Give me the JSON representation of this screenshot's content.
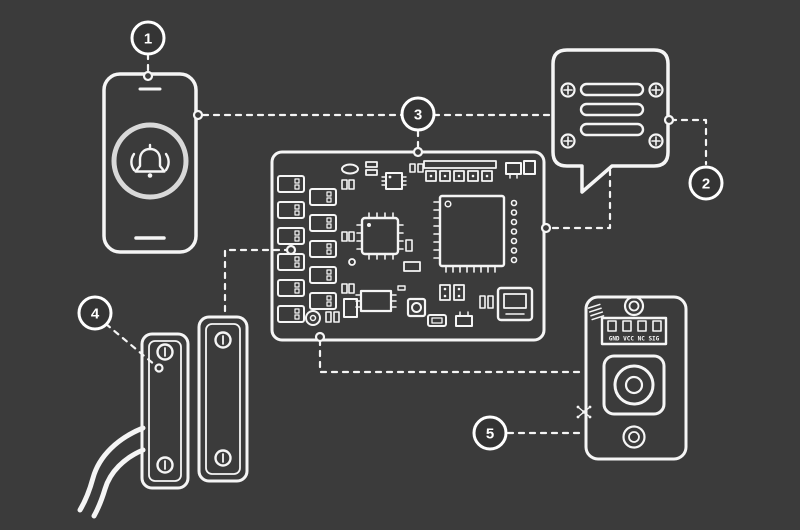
{
  "canvas": {
    "background_color": "#3b3b3b",
    "line_color": "#f5f5f5",
    "ring_accent_color": "#d9d9d9"
  },
  "components": [
    {
      "number": "1",
      "name": "smartphone-with-alarm-notification"
    },
    {
      "number": "2",
      "name": "speaker-buzzer-module"
    },
    {
      "number": "3",
      "name": "main-controller-board"
    },
    {
      "number": "4",
      "name": "magnetic-door-switch-with-wires"
    },
    {
      "number": "5",
      "name": "grove-sensor-module",
      "pin_labels": "GND VCC NC SIG"
    }
  ],
  "connections": [
    {
      "from": "smartphone",
      "to": "main-controller-board"
    },
    {
      "from": "speaker-buzzer-module",
      "to": "main-controller-board"
    },
    {
      "from": "magnetic-door-switch",
      "to": "main-controller-board"
    },
    {
      "from": "grove-sensor-module",
      "to": "main-controller-board"
    }
  ]
}
